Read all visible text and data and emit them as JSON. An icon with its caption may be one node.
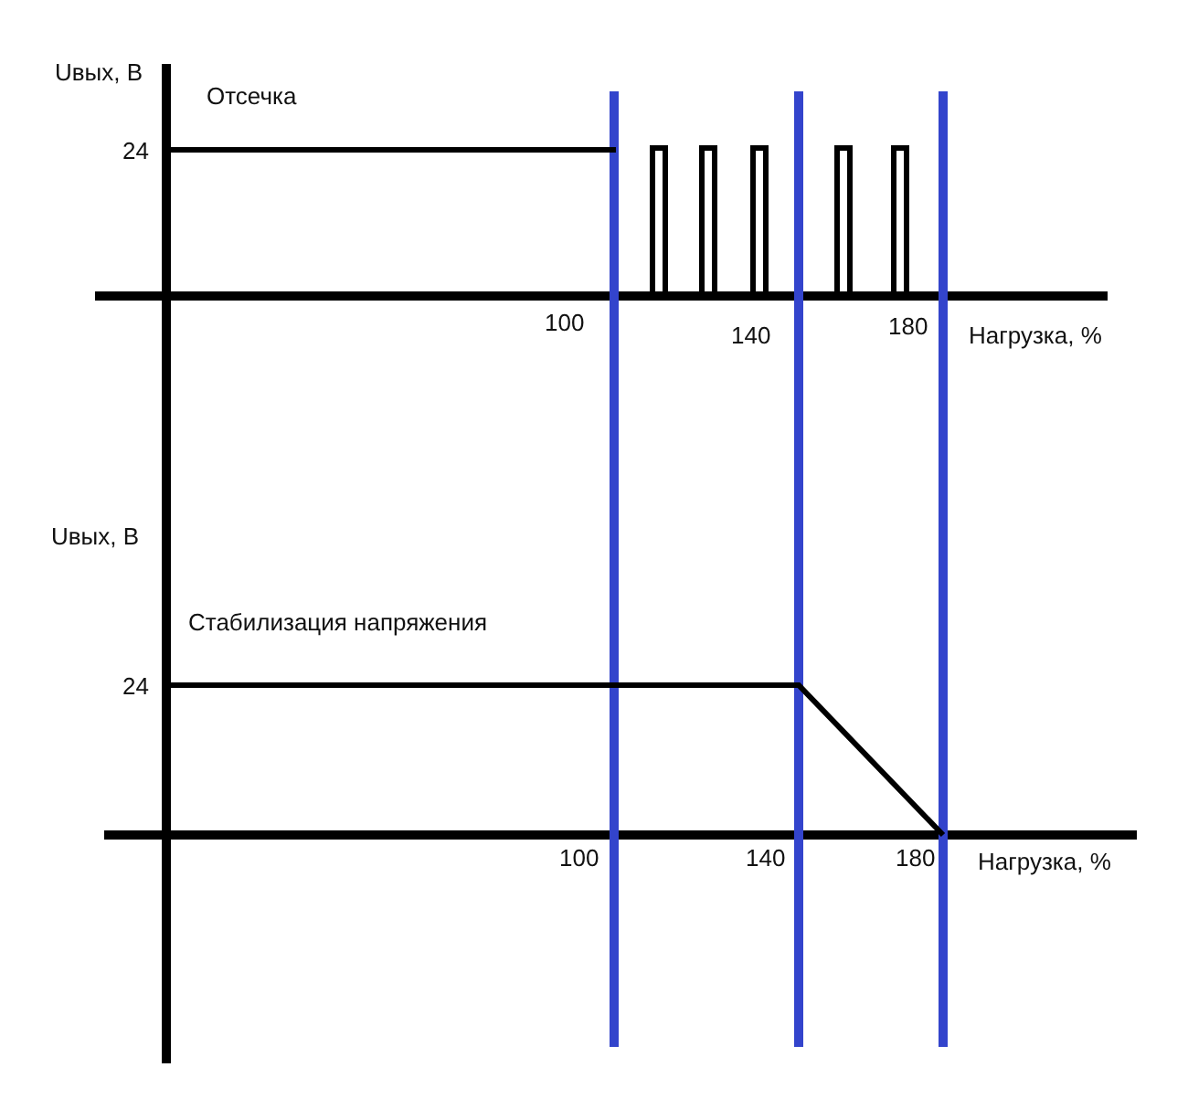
{
  "diagram": {
    "labels": [
      "Uвых, В",
      "Отсечка",
      "24",
      "100",
      "140",
      "180",
      "Нагрузка, %",
      "Uвых, В",
      "Стабилизация напряжения",
      "24",
      "100",
      "140",
      "180",
      "Нагрузка, %"
    ]
  }
}
